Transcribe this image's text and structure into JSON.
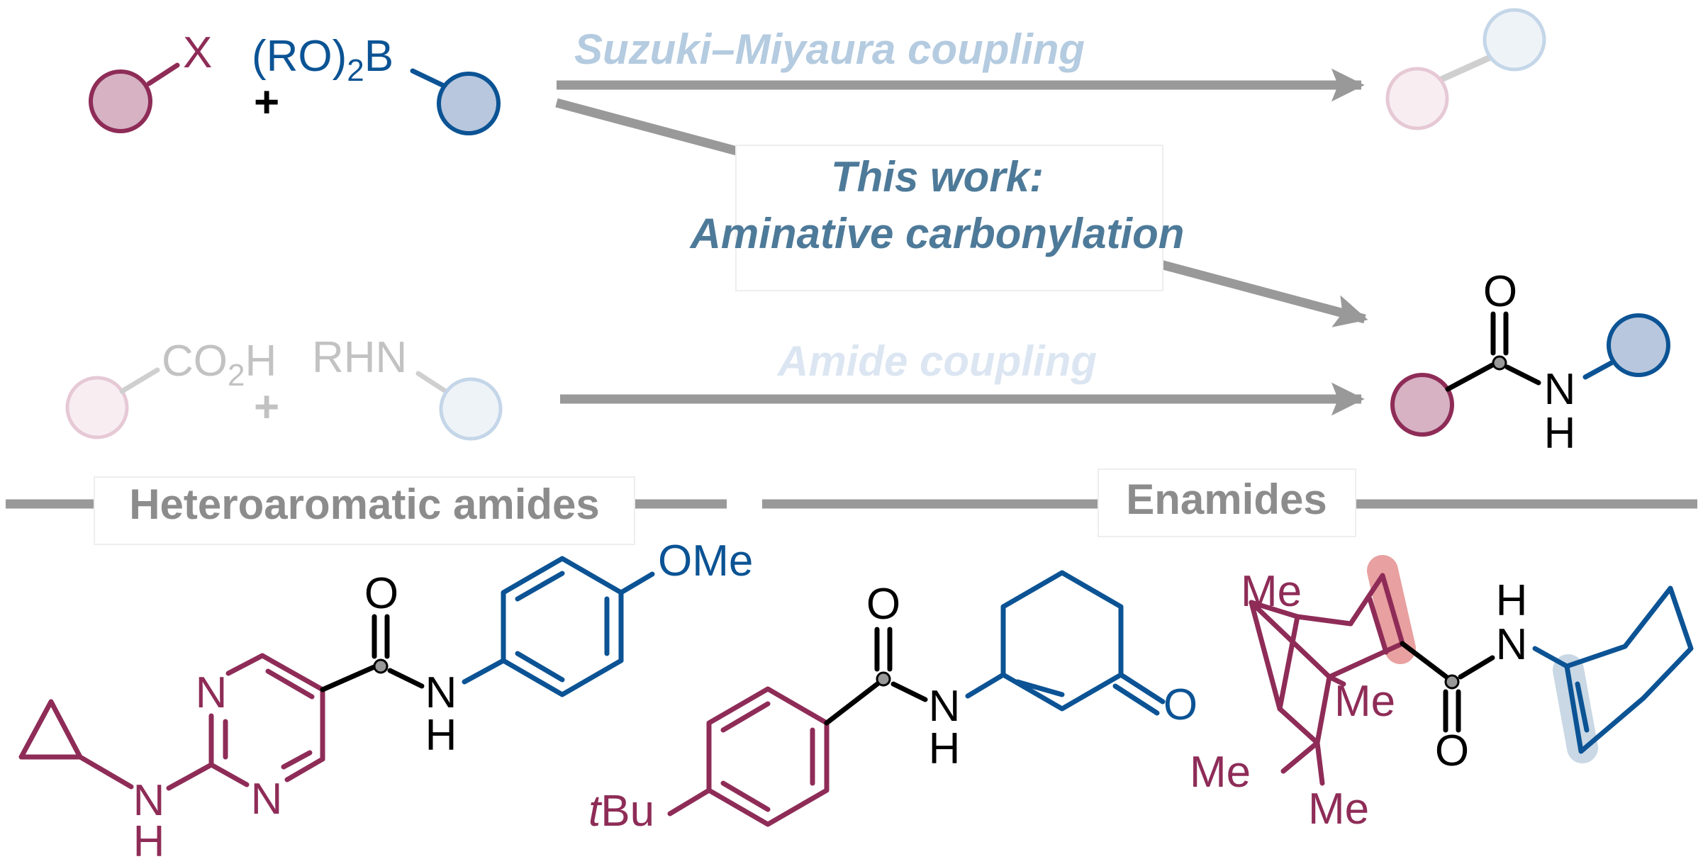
{
  "colors": {
    "electrophile": "#8e2c57",
    "nucleophile": "#0b5394",
    "arrow": "#999999",
    "suzuki_label": "#b4cbe0",
    "amide_label": "#dce6f2",
    "this_work_label": "#4e7a99",
    "faded_gray": "#c2c2c2",
    "section_gray": "#8c8c8c"
  },
  "scheme": {
    "top_reagents": {
      "leaving_group": "X",
      "boronate": "(RO)",
      "boronate_sub": "2",
      "boronate_atom": "B",
      "plus": "+"
    },
    "bottom_reagents": {
      "acid": "CO",
      "acid_sub": "2",
      "acid_h": "H",
      "amine": "RHN",
      "plus": "+"
    },
    "suzuki_label": "Suzuki–Miyaura coupling",
    "this_work_line1": "This work:",
    "this_work_line2": "Aminative carbonylation",
    "amide_label": "Amide coupling",
    "product": {
      "carbonyl_o": "O",
      "amide_n": "N",
      "amide_h": "H"
    }
  },
  "sections": {
    "left": "Heteroaromatic amides",
    "right": "Enamides"
  },
  "examples": {
    "pyrimidine": {
      "methoxy": "OMe",
      "carbonyl_o": "O",
      "amide_n": "N",
      "amide_h": "H",
      "ring_n1": "N",
      "ring_n2": "N",
      "amine_n": "N",
      "amine_h": "H"
    },
    "enaminone": {
      "carbonyl_o": "O",
      "amide_n": "N",
      "amide_h": "H",
      "ketone_o": "O",
      "tbu_italic": "t",
      "tbu_rest": "Bu"
    },
    "camphor": {
      "me_top": "Me",
      "me_bridge": "Me",
      "me_gem1": "Me",
      "me_gem2": "Me",
      "amide_h": "H",
      "amide_n": "N",
      "carbonyl_o": "O"
    }
  }
}
